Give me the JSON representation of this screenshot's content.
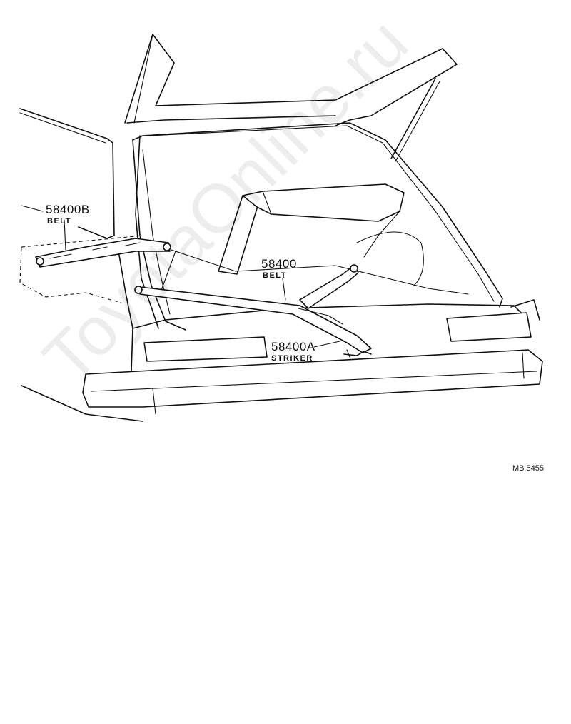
{
  "parts": [
    {
      "number": "58400B",
      "name": "BELT"
    },
    {
      "number": "58400",
      "name": "BELT"
    },
    {
      "number": "58400A",
      "name": "STRIKER"
    }
  ],
  "diagram_code": "MB 5455",
  "watermark": "ToyotaOnline.ru",
  "icons": [
    "car-rear-illustration"
  ]
}
